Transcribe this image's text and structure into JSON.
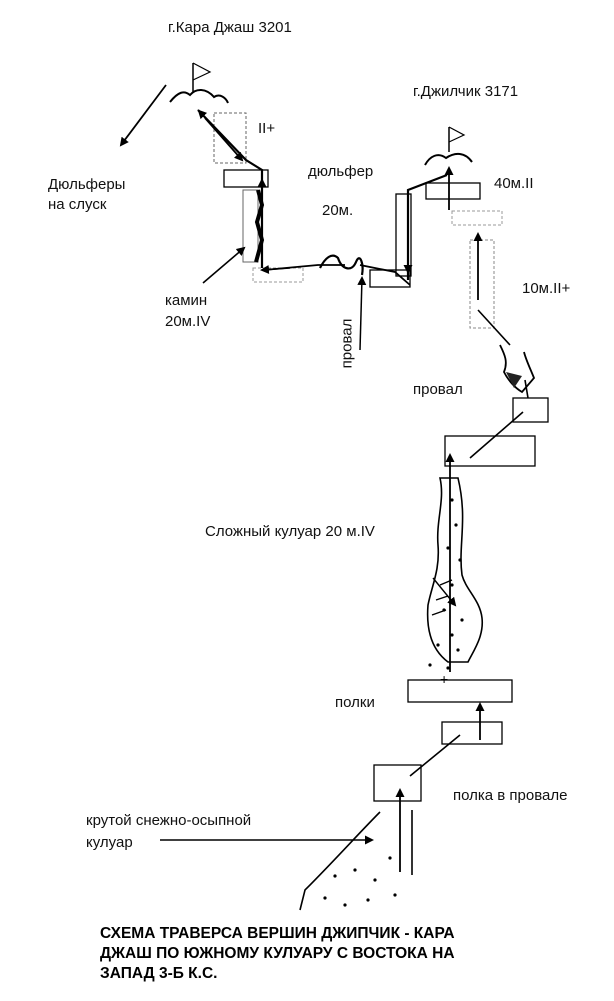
{
  "peaks": {
    "kara": "г.Кара Джаш 3201",
    "dzhil": "г.Джилчик 3171"
  },
  "labels": {
    "grade_ii_plus": "II+",
    "dulfery_1": "Дюльферы",
    "dulfery_2": "на слуск",
    "dulfer": "дюльфер",
    "dulfer_len": "20м.",
    "kamin_1": "камин",
    "kamin_2": "20м.IV",
    "proval_vertical": "провал",
    "pitch_40": "40м.II",
    "pitch_10": "10м.II+",
    "proval": "провал",
    "complex_couloir": "Сложный кулуар 20 м.IV",
    "ledges": "полки",
    "ledge_in_gap": "полка в провале",
    "steep_1": "крутой снежно-осыпной",
    "steep_2": "кулуар"
  },
  "caption": {
    "line1": "СХЕМА ТРАВЕРСА ВЕРШИН ДЖИПЧИК - КАРА",
    "line2": "ДЖАШ  ПО ЮЖНОМУ КУЛУАРУ С ВОСТОКА НА",
    "line3": "ЗАПАД  3-Б К.С."
  }
}
